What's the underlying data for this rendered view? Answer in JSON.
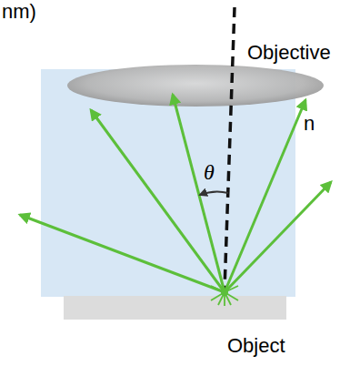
{
  "diagram": {
    "labels": [
      "nm)",
      "Objective",
      "n",
      "θ",
      "Object"
    ]
  }
}
